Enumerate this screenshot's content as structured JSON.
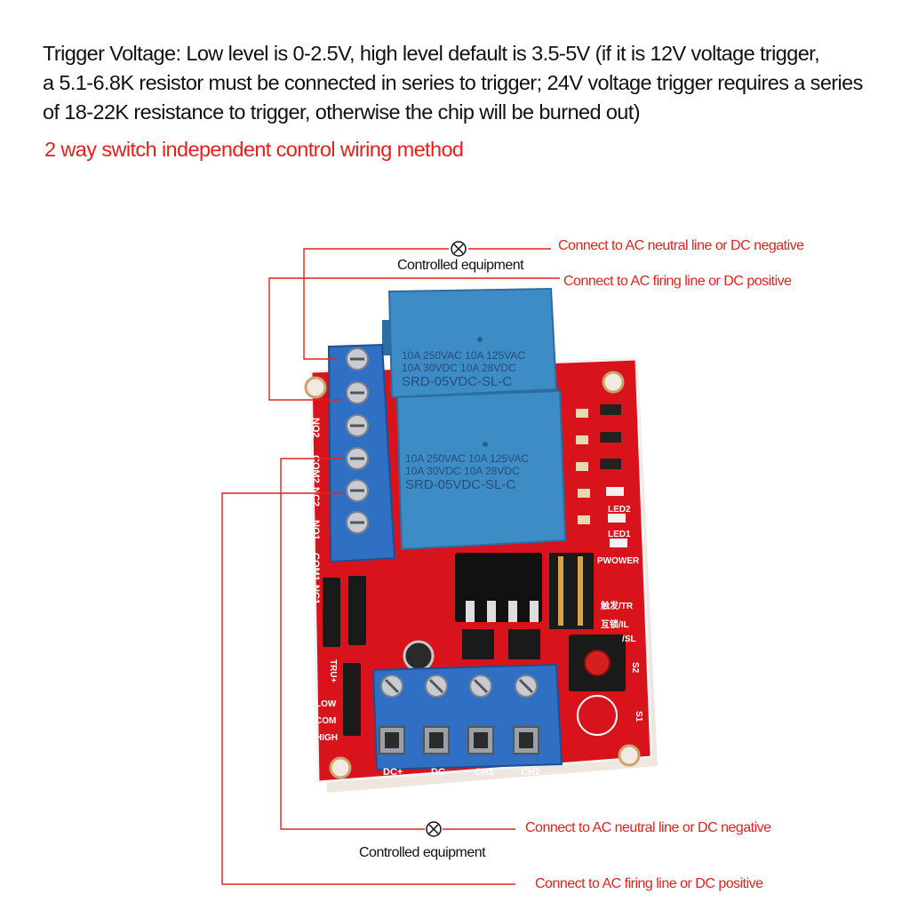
{
  "intro": {
    "line1": "Trigger Voltage: Low level is 0-2.5V, high level default is 3.5-5V (if it is 12V voltage trigger,",
    "line2": "a 5.1-6.8K resistor must be connected in series to trigger; 24V voltage trigger requires a series",
    "line3": "of 18-22K resistance to trigger, otherwise the chip will be burned out)"
  },
  "subtitle": "2 way switch independent control wiring method",
  "top_wiring": {
    "neutral_label": "Connect to AC neutral line or DC negative",
    "equipment_label": "Controlled equipment",
    "firing_label": "Connect to AC firing line or DC positive"
  },
  "bottom_wiring": {
    "neutral_label": "Connect to AC neutral line or DC negative",
    "equipment_label": "Controlled equipment",
    "firing_label": "Connect to AC firing line or DC positive"
  },
  "board": {
    "relay_top": {
      "rating1": "10A 250VAC  10A 125VAC",
      "rating2": "10A 30VDC  10A 28VDC",
      "model": "SRD-05VDC-SL-C"
    },
    "relay_bottom": {
      "rating1": "10A 250VAC  10A 125VAC",
      "rating2": "10A 30VDC  10A 28VDC",
      "model": "SRD-05VDC-SL-C"
    },
    "terminal_labels": [
      "NO2",
      "COM2",
      "NC2",
      "NO1",
      "COM1",
      "NC1"
    ],
    "trigger_labels": [
      "TRU+",
      "LOW",
      "COM",
      "HIGH"
    ],
    "input_labels": [
      "DC+",
      "DC−",
      "CH1",
      "CH2"
    ],
    "side_labels": [
      "LED2",
      "LED1",
      "PWOWER",
      "触发/TR",
      "互锁/IL",
      "/SL",
      "S2",
      "S1"
    ]
  },
  "colors": {
    "pcb": "#d8131b",
    "terminal_blue": "#2f6fc4",
    "relay_blue": "#3d8cc6",
    "wire_red": "#e0231b"
  }
}
